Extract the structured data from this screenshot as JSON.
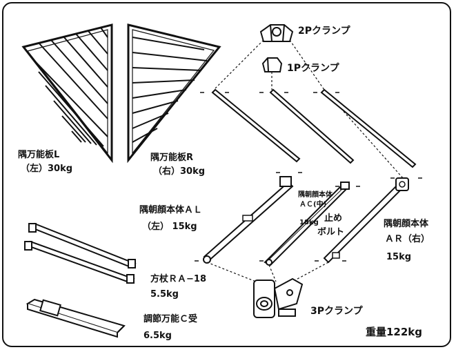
{
  "labels": {
    "clamp_2p": "2Pクランプ",
    "clamp_1p": "1Pクランプ",
    "panel_l_name": "隅万能板L",
    "panel_l_spec": "（左）30kg",
    "panel_r_name": "隅万能板R",
    "panel_r_spec": "（右）30kg",
    "body_al_name": "隅朝顔本体ＡＬ",
    "body_al_spec": "（左） 15kg",
    "body_ac_name": "隅朝顔本体",
    "body_ac_sub": "ＡＣ(中)",
    "body_ac_weight": "18kg",
    "stop_bolt_1": "止め",
    "stop_bolt_2": "ボルト",
    "body_ar_name": "隅朝顔本体",
    "body_ar_sub": "ＡＲ（右）",
    "body_ar_weight": "15kg",
    "pole_name": "方杖ＲＡ−18",
    "pole_weight": "5.5kg",
    "adjust_name": "調節万能Ｃ受",
    "adjust_weight": "6.5kg",
    "clamp_3p": "3Pクランプ",
    "total_weight": "重量122kg"
  }
}
